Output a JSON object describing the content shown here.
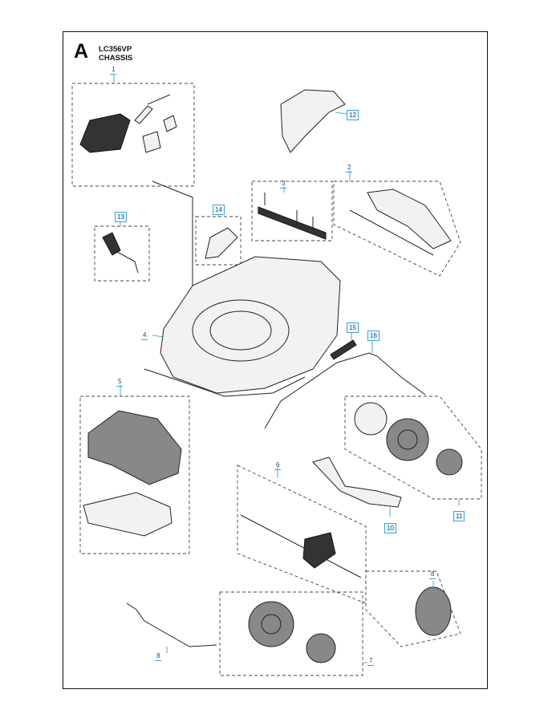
{
  "section": "A",
  "model": "LC356VP",
  "section_title": "CHASSIS",
  "callouts": {
    "c1": "1",
    "c2": "2",
    "c3": "3",
    "c4": "4",
    "c5": "5",
    "c6": "6",
    "c7": "7",
    "c8a": "8",
    "c8b": "8",
    "c10": "10",
    "c11": "11",
    "c12": "12",
    "c13": "13",
    "c14": "14",
    "c15": "15",
    "c16": "16"
  },
  "colors": {
    "callout_text": "#0a4f85",
    "callout_border": "#39a6d6",
    "line": "#222222"
  }
}
